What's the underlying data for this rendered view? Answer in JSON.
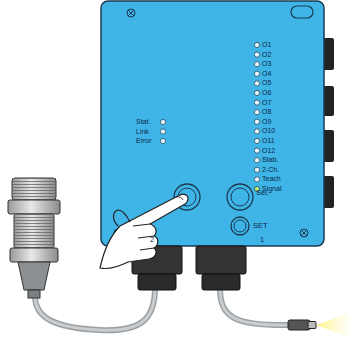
{
  "diagram": {
    "labels": [
      "Stat.",
      "Link",
      "Error",
      "O1",
      "O2",
      "O3",
      "O4",
      "O5",
      "O6",
      "O7",
      "O8",
      "O9",
      "O10",
      "O11",
      "O12",
      "Stab.",
      "2-Ch.",
      "Teach",
      "Signal",
      "Sel.",
      "SET",
      "2",
      "1"
    ]
  }
}
